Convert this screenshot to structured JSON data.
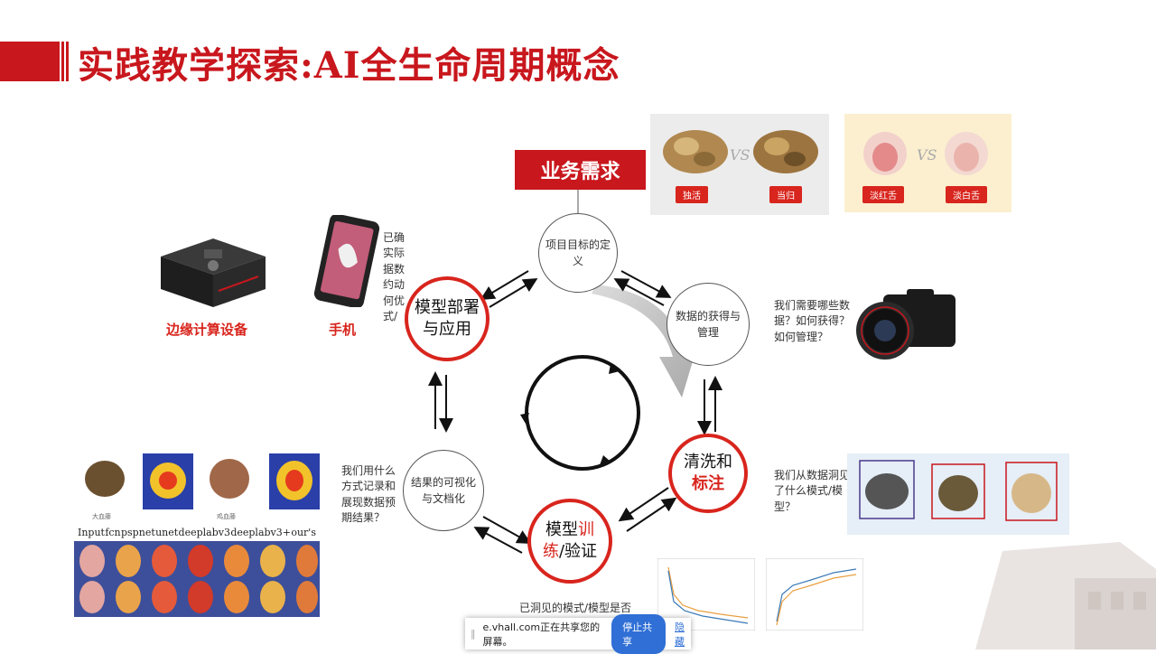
{
  "slide": {
    "title": "实践教学探索:AI全生命周期概念",
    "business_box": "业务需求",
    "nodes": {
      "goal": "项目目标的定义",
      "data": "数据的获得与管理",
      "clean_1": "清洗和",
      "clean_2": "标注",
      "train_1": "模型",
      "train_2": "训",
      "train_3": "练",
      "train_4": "/验证",
      "result": "结果的可视化与文档化",
      "deploy": "模型部署与应用"
    },
    "notes": {
      "data_q": "我们需要哪些数据？如何获得？如何管理？",
      "clean_q": "我们从数据洞见了什么模式/模型？",
      "result_q": "我们用什么方式记录和展现数据预期结果？",
      "train_q": "已洞见的模式/模型是否",
      "deploy_q": "已确实际据数约动何优式/"
    },
    "devices": {
      "edge": "边缘计算设备",
      "phone": "手机"
    },
    "herb_tags": [
      "独活",
      "当归"
    ],
    "tongue_tags": [
      "淡红舌",
      "淡白舌"
    ],
    "vs": "VS",
    "small_captions": [
      "大血藤",
      "鸡血藤"
    ],
    "methods": [
      "Input",
      "fcn",
      "pspnet",
      "unet",
      "deeplabv3",
      "deeplabv3+",
      "our's"
    ]
  },
  "share_bar": {
    "message": "e.vhall.com正在共享您的屏幕。",
    "stop_button": "停止共享",
    "hide_link": "隐藏"
  },
  "colors": {
    "brand_red": "#c8171d",
    "circle_red": "#d8251d",
    "share_blue": "#2f6fd6"
  }
}
